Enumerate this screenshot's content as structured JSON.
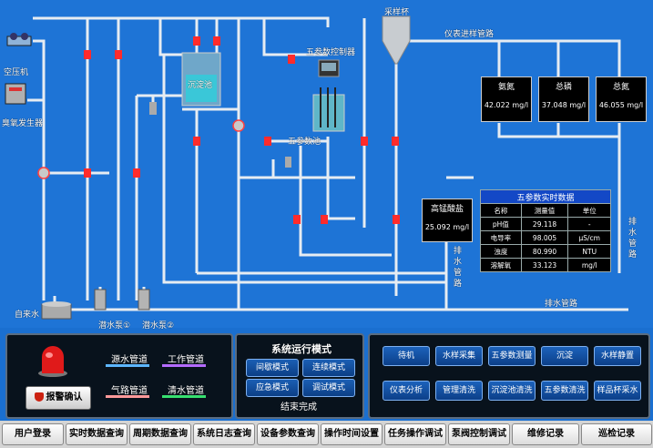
{
  "labels": {
    "air_compressor": "空压机",
    "ozone_generator": "臭氧发生器",
    "sampling_cup": "采样杯",
    "instrument_inlet_pipe": "仪表进样管路",
    "sedimentation_tank": "沉淀池",
    "five_param_controller": "五参数控制器",
    "five_param_tank": "五参数池",
    "tap_water": "自来水",
    "submersible_pump_1": "潜水泵①",
    "submersible_pump_2": "潜水泵②",
    "drain_pipe_1": "排水管路",
    "drain_pipe_2": "排水管路",
    "drain_pipe_3": "排水管路"
  },
  "analyzers": [
    {
      "name": "氨氮",
      "value": "42.022 mg/l"
    },
    {
      "name": "总磷",
      "value": "37.048 mg/l"
    },
    {
      "name": "总氮",
      "value": "46.055 mg/l"
    }
  ],
  "permanganate": {
    "name": "高锰酸盐",
    "value": "25.092 mg/l"
  },
  "param_table": {
    "title": "五参数实时数据",
    "headers": [
      "名称",
      "测量值",
      "单位"
    ],
    "rows": [
      {
        "name": "pH值",
        "value": "29.118",
        "unit": "-"
      },
      {
        "name": "电导率",
        "value": "98.005",
        "unit": "μS/cm"
      },
      {
        "name": "浊度",
        "value": "80.990",
        "unit": "NTU"
      },
      {
        "name": "溶解氧",
        "value": "33.123",
        "unit": "mg/l"
      }
    ]
  },
  "legend": {
    "source_pipe": "源水管道",
    "work_pipe": "工作管道",
    "air_pipe": "气路管道",
    "clean_pipe": "清水管道",
    "alarm_confirm": "报警确认"
  },
  "legend_colors": {
    "source": "#5db6ff",
    "work": "#b46bff",
    "air": "#ff9a9a",
    "clean": "#37e070"
  },
  "mode_panel": {
    "title": "系统运行模式",
    "buttons": [
      "间歇模式",
      "连续模式",
      "应急模式",
      "调试模式"
    ],
    "status": "结束完成"
  },
  "operations": [
    "待机",
    "水样采集",
    "五参数测量",
    "沉淀",
    "水样静置",
    "仪表分析",
    "管理清洗",
    "沉淀池清洗",
    "五参数清洗",
    "样品杯采水"
  ],
  "nav": [
    "用户登录",
    "实时数据查询",
    "周期数据查询",
    "系统日志查询",
    "设备参数查询",
    "操作时间设置",
    "任务操作调试",
    "泵阀控制调试",
    "维修记录",
    "巡检记录"
  ]
}
